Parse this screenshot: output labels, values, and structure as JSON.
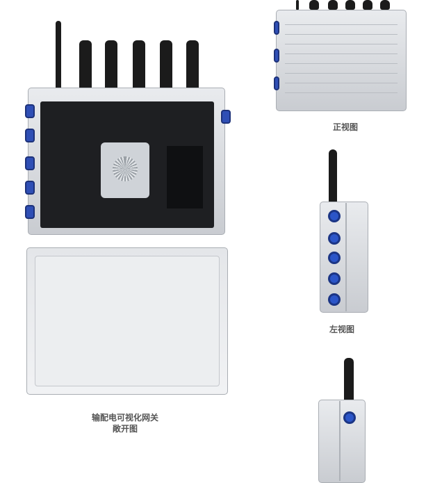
{
  "views": {
    "open": {
      "caption_line1": "输配电可视化网关",
      "caption_line2": "敞开图"
    },
    "front": {
      "caption": "正视图"
    },
    "left": {
      "caption": "左视图"
    }
  },
  "colors": {
    "port_blue": "#2b55c8",
    "enclosure": "#d9dce0",
    "antenna": "#1b1b1b",
    "pcb": "#1e1f22"
  }
}
